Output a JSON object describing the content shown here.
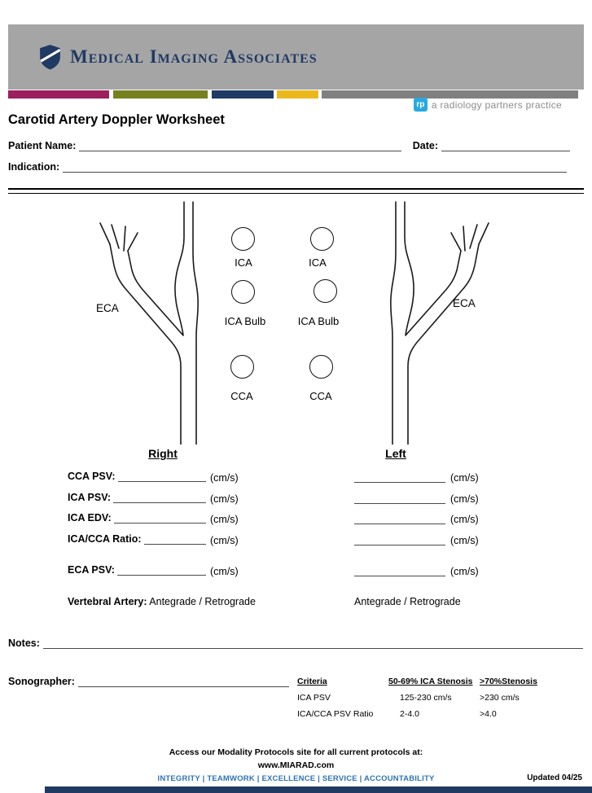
{
  "header": {
    "brand": "Medical Imaging Associates",
    "tagline": "a radiology partners practice",
    "rp_monogram": "rp"
  },
  "title": "Carotid Artery Doppler Worksheet",
  "form": {
    "patient_name_label": "Patient Name:",
    "date_label": "Date:",
    "indication_label": "Indication:",
    "notes_label": "Notes:",
    "sonographer_label": "Sonographer:"
  },
  "diagram": {
    "eca_label": "ECA",
    "right_header": "Right",
    "left_header": "Left",
    "circles": {
      "row1": [
        "ICA",
        "ICA"
      ],
      "row2": [
        "ICA Bulb",
        "ICA Bulb"
      ],
      "row3": [
        "CCA",
        "CCA"
      ]
    }
  },
  "measurements": {
    "rows": [
      {
        "label": "CCA PSV:",
        "unit": "(cm/s)"
      },
      {
        "label": "ICA PSV:",
        "unit": "(cm/s)"
      },
      {
        "label": "ICA EDV:",
        "unit": "(cm/s)"
      },
      {
        "label": "ICA/CCA Ratio:",
        "unit": "(cm/s)"
      },
      {
        "label": "ECA PSV:",
        "unit": "(cm/s)"
      }
    ],
    "vertebral_label": "Vertebral Artery:",
    "vertebral_right": "Antegrade / Retrograde",
    "vertebral_left": "Antegrade / Retrograde"
  },
  "criteria": {
    "headers": [
      "Criteria",
      "50-69% ICA Stenosis",
      ">70%Stenosis"
    ],
    "rows": [
      [
        "ICA PSV",
        "125-230 cm/s",
        ">230 cm/s"
      ],
      [
        "ICA/CCA PSV Ratio",
        "2-4.0",
        ">4.0"
      ]
    ]
  },
  "footer": {
    "protocols_line": "Access our Modality Protocols site for all current protocols at:",
    "website": "www.MIARAD.com",
    "values_banner": "INTEGRITY | TEAMWORK | EXCELLENCE | SERVICE | ACCOUNTABILITY",
    "updated": "Updated 04/25"
  },
  "colors": {
    "navy": "#1f3a63",
    "band_gray": "#a5a5a5",
    "stripe_magenta": "#9c1f5f",
    "stripe_olive": "#76801f",
    "stripe_navy": "#1f3a63",
    "stripe_gold": "#eab81c",
    "stripe_gray": "#808080",
    "rp_blue": "#29a9e0",
    "values_blue": "#2e74b5"
  }
}
